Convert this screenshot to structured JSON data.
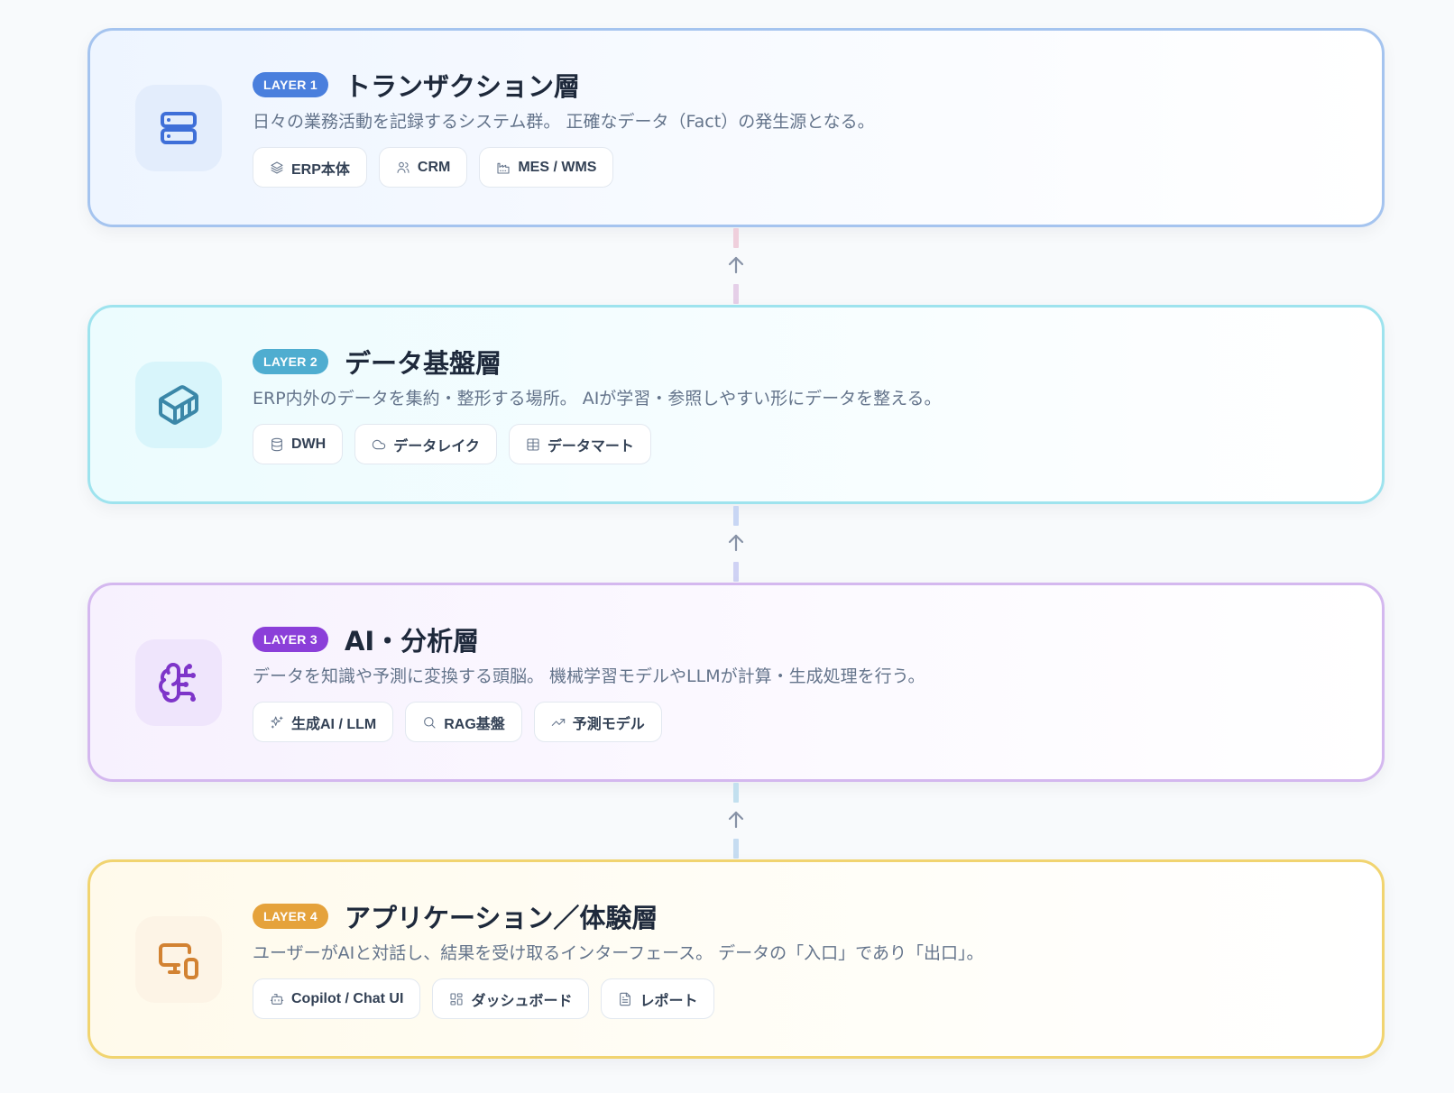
{
  "layers": [
    {
      "badge": "LAYER 1",
      "badge_color": "#4a7fdd",
      "icon": "server-icon",
      "icon_color": "#3e6fd8",
      "title": "トランザクション層",
      "description": "日々の業務活動を記録するシステム群。 正確なデータ（Fact）の発生源となる。",
      "chips": [
        {
          "icon": "layers-icon",
          "label": "ERP本体"
        },
        {
          "icon": "users-icon",
          "label": "CRM"
        },
        {
          "icon": "factory-icon",
          "label": "MES / WMS"
        }
      ]
    },
    {
      "badge": "LAYER 2",
      "badge_color": "#4fadd0",
      "icon": "container-icon",
      "icon_color": "#3b87a8",
      "title": "データ基盤層",
      "description": "ERP内外のデータを集約・整形する場所。 AIが学習・参照しやすい形にデータを整える。",
      "chips": [
        {
          "icon": "database-icon",
          "label": "DWH"
        },
        {
          "icon": "cloud-icon",
          "label": "データレイク"
        },
        {
          "icon": "table-icon",
          "label": "データマート"
        }
      ]
    },
    {
      "badge": "LAYER 3",
      "badge_color": "#8b3fd9",
      "icon": "brain-circuit-icon",
      "icon_color": "#7e35c9",
      "title": "AI・分析層",
      "description": "データを知識や予測に変換する頭脳。 機械学習モデルやLLMが計算・生成処理を行う。",
      "chips": [
        {
          "icon": "sparkles-icon",
          "label": "生成AI / LLM"
        },
        {
          "icon": "search-icon",
          "label": "RAG基盤"
        },
        {
          "icon": "trending-up-icon",
          "label": "予測モデル"
        }
      ]
    },
    {
      "badge": "LAYER 4",
      "badge_color": "#e5a23b",
      "icon": "devices-icon",
      "icon_color": "#d28232",
      "title": "アプリケーション／体験層",
      "description": "ユーザーがAIと対話し、結果を受け取るインターフェース。 データの「入口」であり「出口」。",
      "chips": [
        {
          "icon": "bot-icon",
          "label": "Copilot / Chat UI"
        },
        {
          "icon": "dashboard-icon",
          "label": "ダッシュボード"
        },
        {
          "icon": "file-text-icon",
          "label": "レポート"
        }
      ]
    }
  ],
  "connectors": [
    {
      "icon": "arrow-up-icon"
    },
    {
      "icon": "arrow-up-icon"
    },
    {
      "icon": "arrow-up-icon"
    }
  ]
}
